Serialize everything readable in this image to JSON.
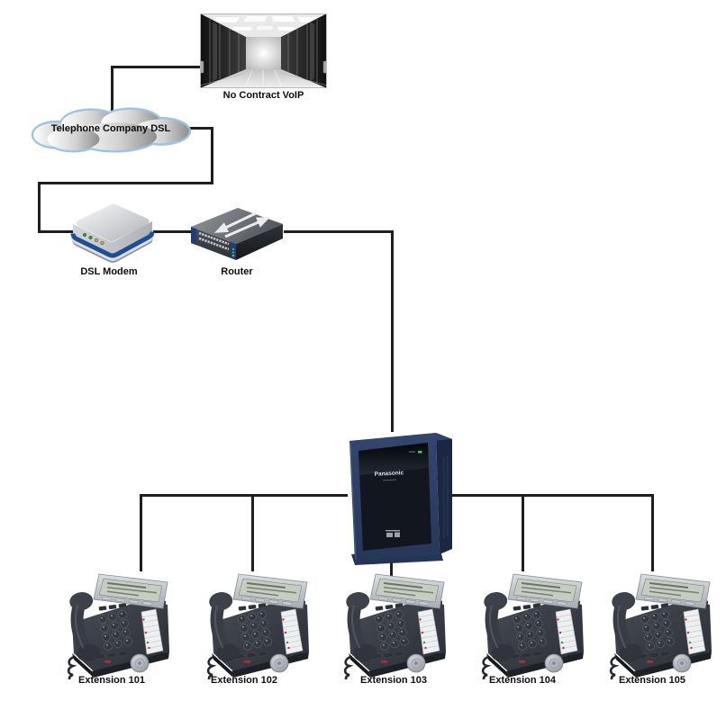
{
  "diagram": {
    "nodes": {
      "voip_provider": {
        "label": "No Contract VoIP",
        "type": "server-room-photo"
      },
      "dsl_cloud": {
        "label": "Telephone Company DSL",
        "type": "cloud"
      },
      "dsl_modem": {
        "label": "DSL Modem",
        "type": "modem"
      },
      "router": {
        "label": "Router",
        "type": "switch-router"
      },
      "pbx": {
        "brand": "Panasonic",
        "type": "pbx-cabinet"
      },
      "extensions": [
        {
          "label": "Extension 101"
        },
        {
          "label": "Extension 102"
        },
        {
          "label": "Extension 103"
        },
        {
          "label": "Extension 104"
        },
        {
          "label": "Extension 105"
        }
      ]
    },
    "colors": {
      "background": "#ffffff",
      "connector_line": "#1f1f1f",
      "cloud_border": "#9cc2e8",
      "modem_stripe": "#1d4f93",
      "router_accent": "#1e3f77",
      "pbx_body": "#2a3b5e",
      "phone_body": "#363a42",
      "led_green": "#2f9e2f",
      "led_amber": "#c8a83c"
    }
  }
}
